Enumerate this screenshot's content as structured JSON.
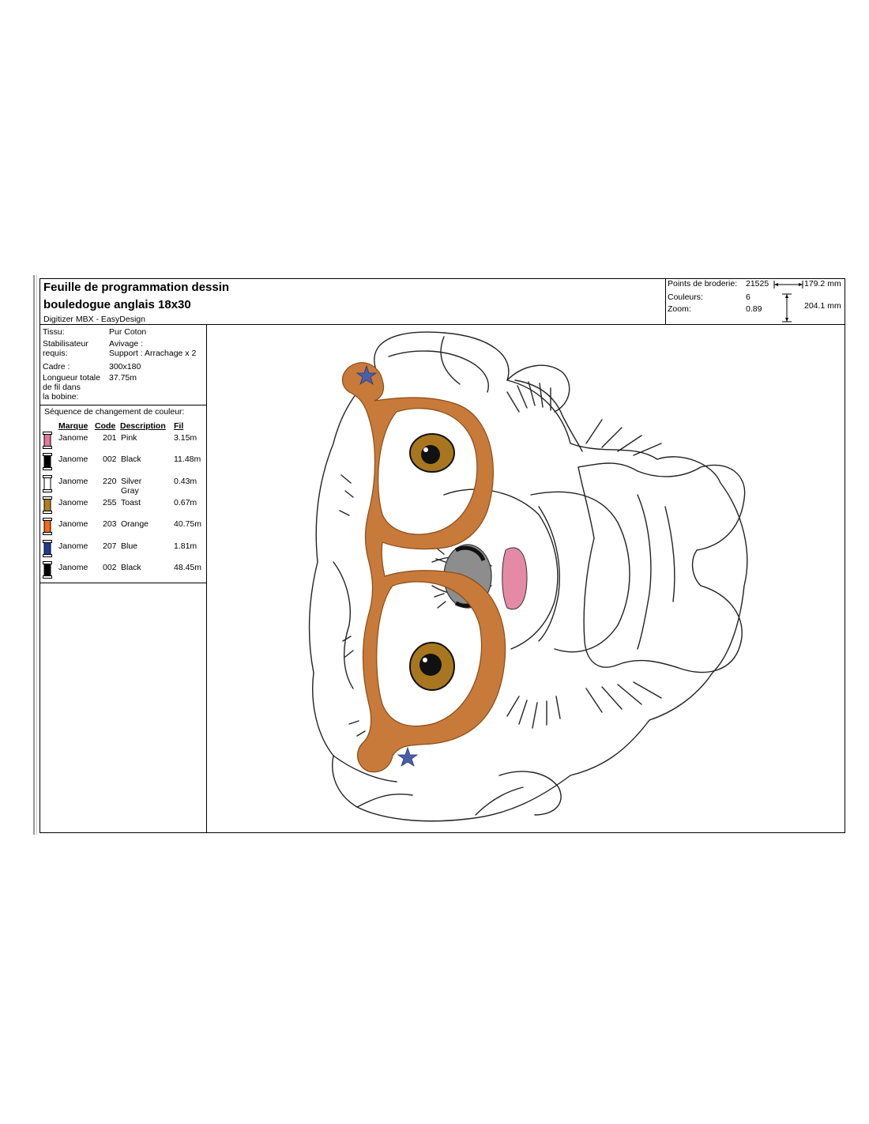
{
  "header": {
    "title_line1": "Feuille de programmation dessin",
    "title_line2": "bouledogue anglais 18x30",
    "software": "Digitizer MBX - EasyDesign"
  },
  "stats": {
    "points_label": "Points de broderie:",
    "points_value": "21525",
    "colors_label": "Couleurs:",
    "colors_value": "6",
    "zoom_label": "Zoom:",
    "zoom_value": "0.89",
    "width_value": "179.2 mm",
    "height_value": "204.1 mm"
  },
  "info": {
    "tissu_label": "Tissu:",
    "tissu_value": "Pur Coton",
    "stab_label_1": "Stabilisateur",
    "stab_label_2": "requis:",
    "stab_value_1": "Avivage :",
    "stab_value_2": "Support : Arrachage x 2",
    "cadre_label": "Cadre :",
    "cadre_value": "300x180",
    "len_label_1": "Longueur totale",
    "len_label_2": "de fil dans",
    "len_label_3": "la bobine:",
    "len_value": "37.75m"
  },
  "sequence": {
    "title": "Séquence de changement de couleur:",
    "headers": [
      "Marque",
      "Code",
      "Description",
      "Fil"
    ],
    "rows": [
      {
        "brand": "Janome",
        "code": "201",
        "desc": "Pink",
        "fil": "3.15m",
        "color": "#e5789f"
      },
      {
        "brand": "Janome",
        "code": "002",
        "desc": "Black",
        "fil": "11.48m",
        "color": "#000000"
      },
      {
        "brand": "Janome",
        "code": "220",
        "desc": "Silver Gray",
        "fil": "0.43m",
        "color": "#ffffff"
      },
      {
        "brand": "Janome",
        "code": "255",
        "desc": "Toast",
        "fil": "0.67m",
        "color": "#b0801e"
      },
      {
        "brand": "Janome",
        "code": "203",
        "desc": "Orange",
        "fil": "40.75m",
        "color": "#f26a1b"
      },
      {
        "brand": "Janome",
        "code": "207",
        "desc": "Blue",
        "fil": "1.81m",
        "color": "#1e3c96"
      },
      {
        "brand": "Janome",
        "code": "002",
        "desc": "Black",
        "fil": "48.45m",
        "color": "#000000"
      }
    ]
  },
  "colors": {
    "frame_orange": "#c77a3a",
    "frame_orange_dark": "#a55c22",
    "star_blue": "#4b5fa8",
    "tongue_pink": "#e58aa6",
    "eye_brown": "#a8761f"
  }
}
